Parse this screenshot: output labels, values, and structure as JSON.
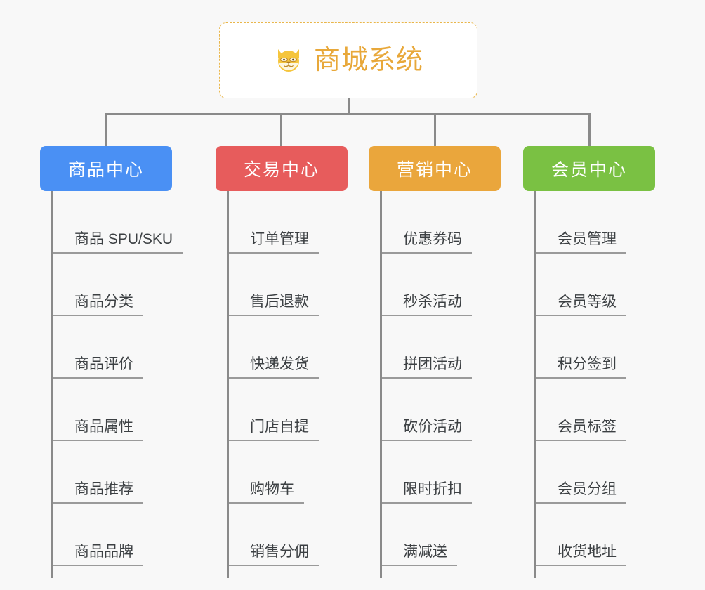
{
  "root": {
    "title": "商城系统",
    "icon": "dog-face-icon",
    "title_color": "#e8a83a",
    "border_color": "#e9b64a",
    "background": "#ffffff"
  },
  "canvas": {
    "background": "#f8f8f8",
    "connector_color": "#8a8a8a"
  },
  "branches": [
    {
      "label": "商品中心",
      "color": "#4a90f4",
      "items": [
        "商品 SPU/SKU",
        "商品分类",
        "商品评价",
        "商品属性",
        "商品推荐",
        "商品品牌"
      ]
    },
    {
      "label": "交易中心",
      "color": "#e75c5c",
      "items": [
        "订单管理",
        "售后退款",
        "快递发货",
        "门店自提",
        "购物车",
        "销售分佣"
      ]
    },
    {
      "label": "营销中心",
      "color": "#eaa63c",
      "items": [
        "优惠券码",
        "秒杀活动",
        "拼团活动",
        "砍价活动",
        "限时折扣",
        "满减送"
      ]
    },
    {
      "label": "会员中心",
      "color": "#7ac143",
      "items": [
        "会员管理",
        "会员等级",
        "积分签到",
        "会员标签",
        "会员分组",
        "收货地址"
      ]
    }
  ]
}
